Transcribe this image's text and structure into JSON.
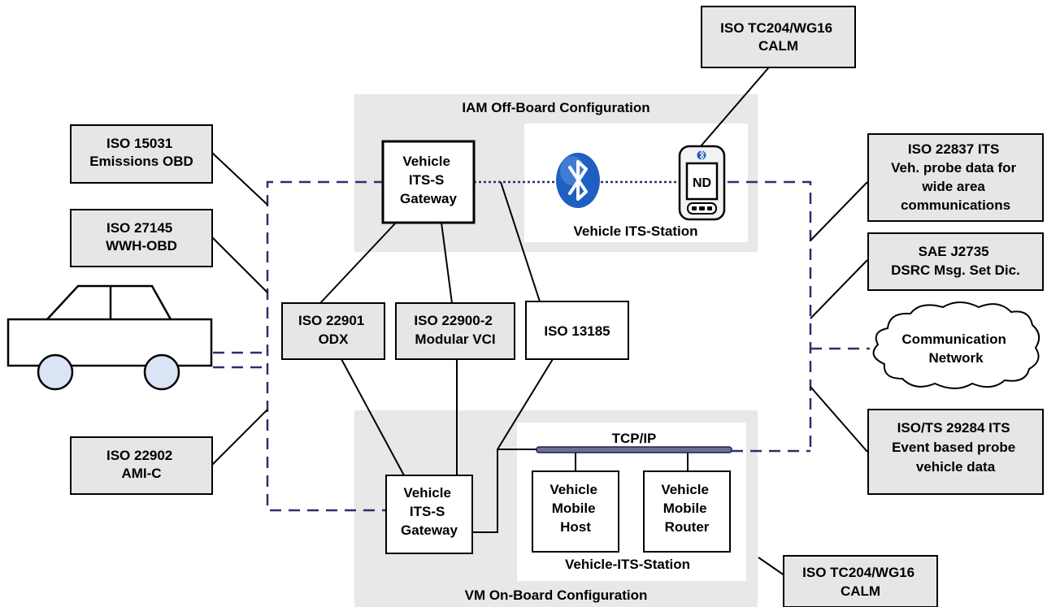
{
  "regions": {
    "offboard_title": "IAM Off-Board Configuration",
    "onboard_title": "VM On-Board Configuration",
    "offboard_station_label": "Vehicle ITS-Station",
    "onboard_station_label": "Vehicle-ITS-Station",
    "tcpip_label": "TCP/IP"
  },
  "nodes": {
    "calm_top": [
      "ISO TC204/WG16",
      "CALM"
    ],
    "calm_bottom": [
      "ISO TC204/WG16",
      "CALM"
    ],
    "iso15031": [
      "ISO 15031",
      "Emissions OBD"
    ],
    "iso27145": [
      "ISO 27145",
      "WWH-OBD"
    ],
    "iso22902": [
      "ISO 22902",
      "AMI-C"
    ],
    "iso22837": [
      "ISO 22837 ITS",
      "Veh. probe data for",
      "wide area",
      "communications"
    ],
    "saej2735": [
      "SAE J2735",
      "DSRC Msg. Set Dic."
    ],
    "iso29284": [
      "ISO/TS 29284 ITS",
      "Event based probe",
      "vehicle data"
    ],
    "gateway_top": [
      "Vehicle",
      "ITS-S",
      "Gateway"
    ],
    "gateway_bottom": [
      "Vehicle",
      "ITS-S",
      "Gateway"
    ],
    "iso22901": [
      "ISO 22901",
      "ODX"
    ],
    "iso22900": [
      "ISO 22900-2",
      "Modular VCI"
    ],
    "iso13185": [
      "ISO 13185"
    ],
    "mobile_host": [
      "Vehicle",
      "Mobile",
      "Host"
    ],
    "mobile_router": [
      "Vehicle",
      "Mobile",
      "Router"
    ],
    "comm_network": [
      "Communication",
      "Network"
    ],
    "nomadic_device": "ND"
  },
  "icons": [
    "car-icon",
    "bluetooth-icon",
    "nomadic-device-icon",
    "cloud-icon"
  ],
  "colors": {
    "region_fill": "#e8e8e8",
    "standard_box_fill": "#e6e6e6",
    "dashed_link": "#2b2f6e",
    "bluetooth_blue": "#1f5fbf",
    "car_wheel": "#dbe4f4"
  }
}
